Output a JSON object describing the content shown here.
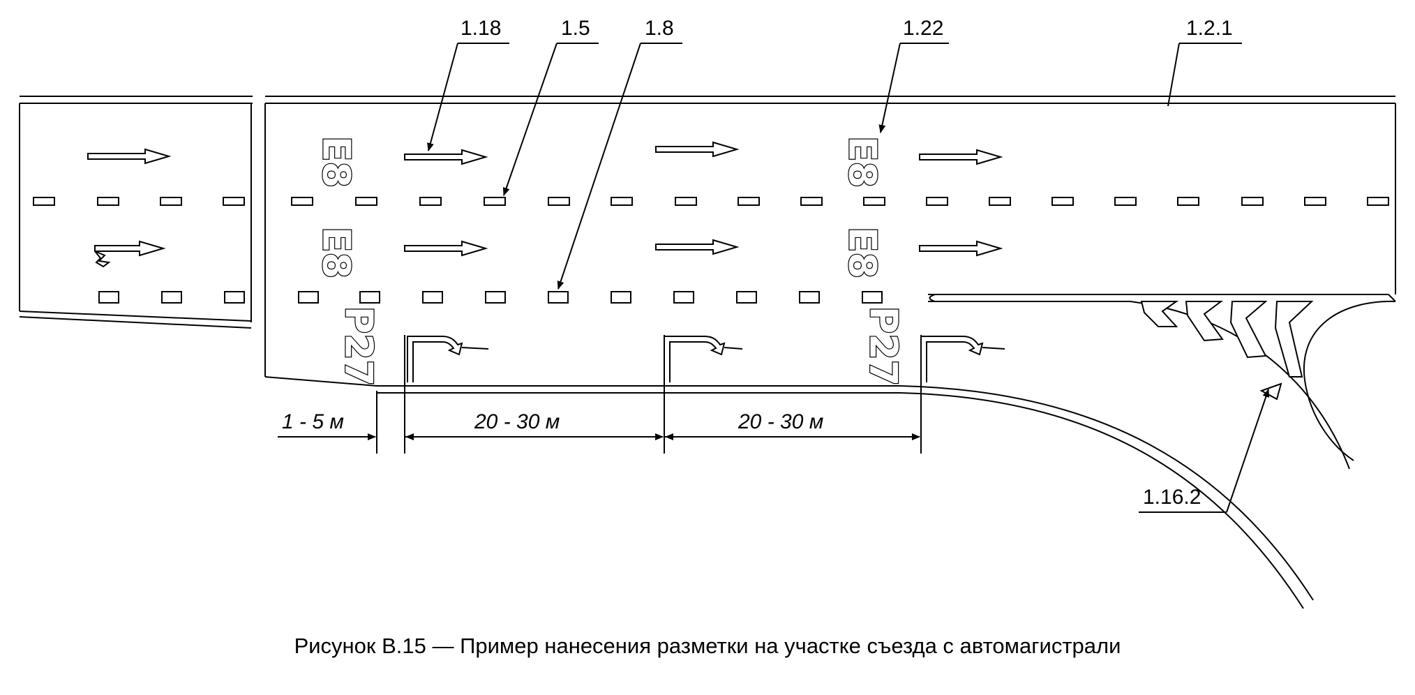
{
  "figure": {
    "caption": "Рисунок В.15 — Пример нанесения разметки на участке съезда с автомагистрали"
  },
  "callouts": [
    {
      "id": "1.18",
      "text": "1.18"
    },
    {
      "id": "1.5",
      "text": "1.5"
    },
    {
      "id": "1.8",
      "text": "1.8"
    },
    {
      "id": "1.22",
      "text": "1.22"
    },
    {
      "id": "1.2.1",
      "text": "1.2.1"
    },
    {
      "id": "1.16.2",
      "text": "1.16.2"
    }
  ],
  "road_text": {
    "route_lane": "E8",
    "route_exit": "P27"
  },
  "dimensions": [
    {
      "id": "d1",
      "text": "1 - 5 м"
    },
    {
      "id": "d2",
      "text": "20 - 30 м"
    },
    {
      "id": "d3",
      "text": "20 - 30 м"
    }
  ],
  "colors": {
    "ink": "#000000",
    "background": "#ffffff"
  }
}
